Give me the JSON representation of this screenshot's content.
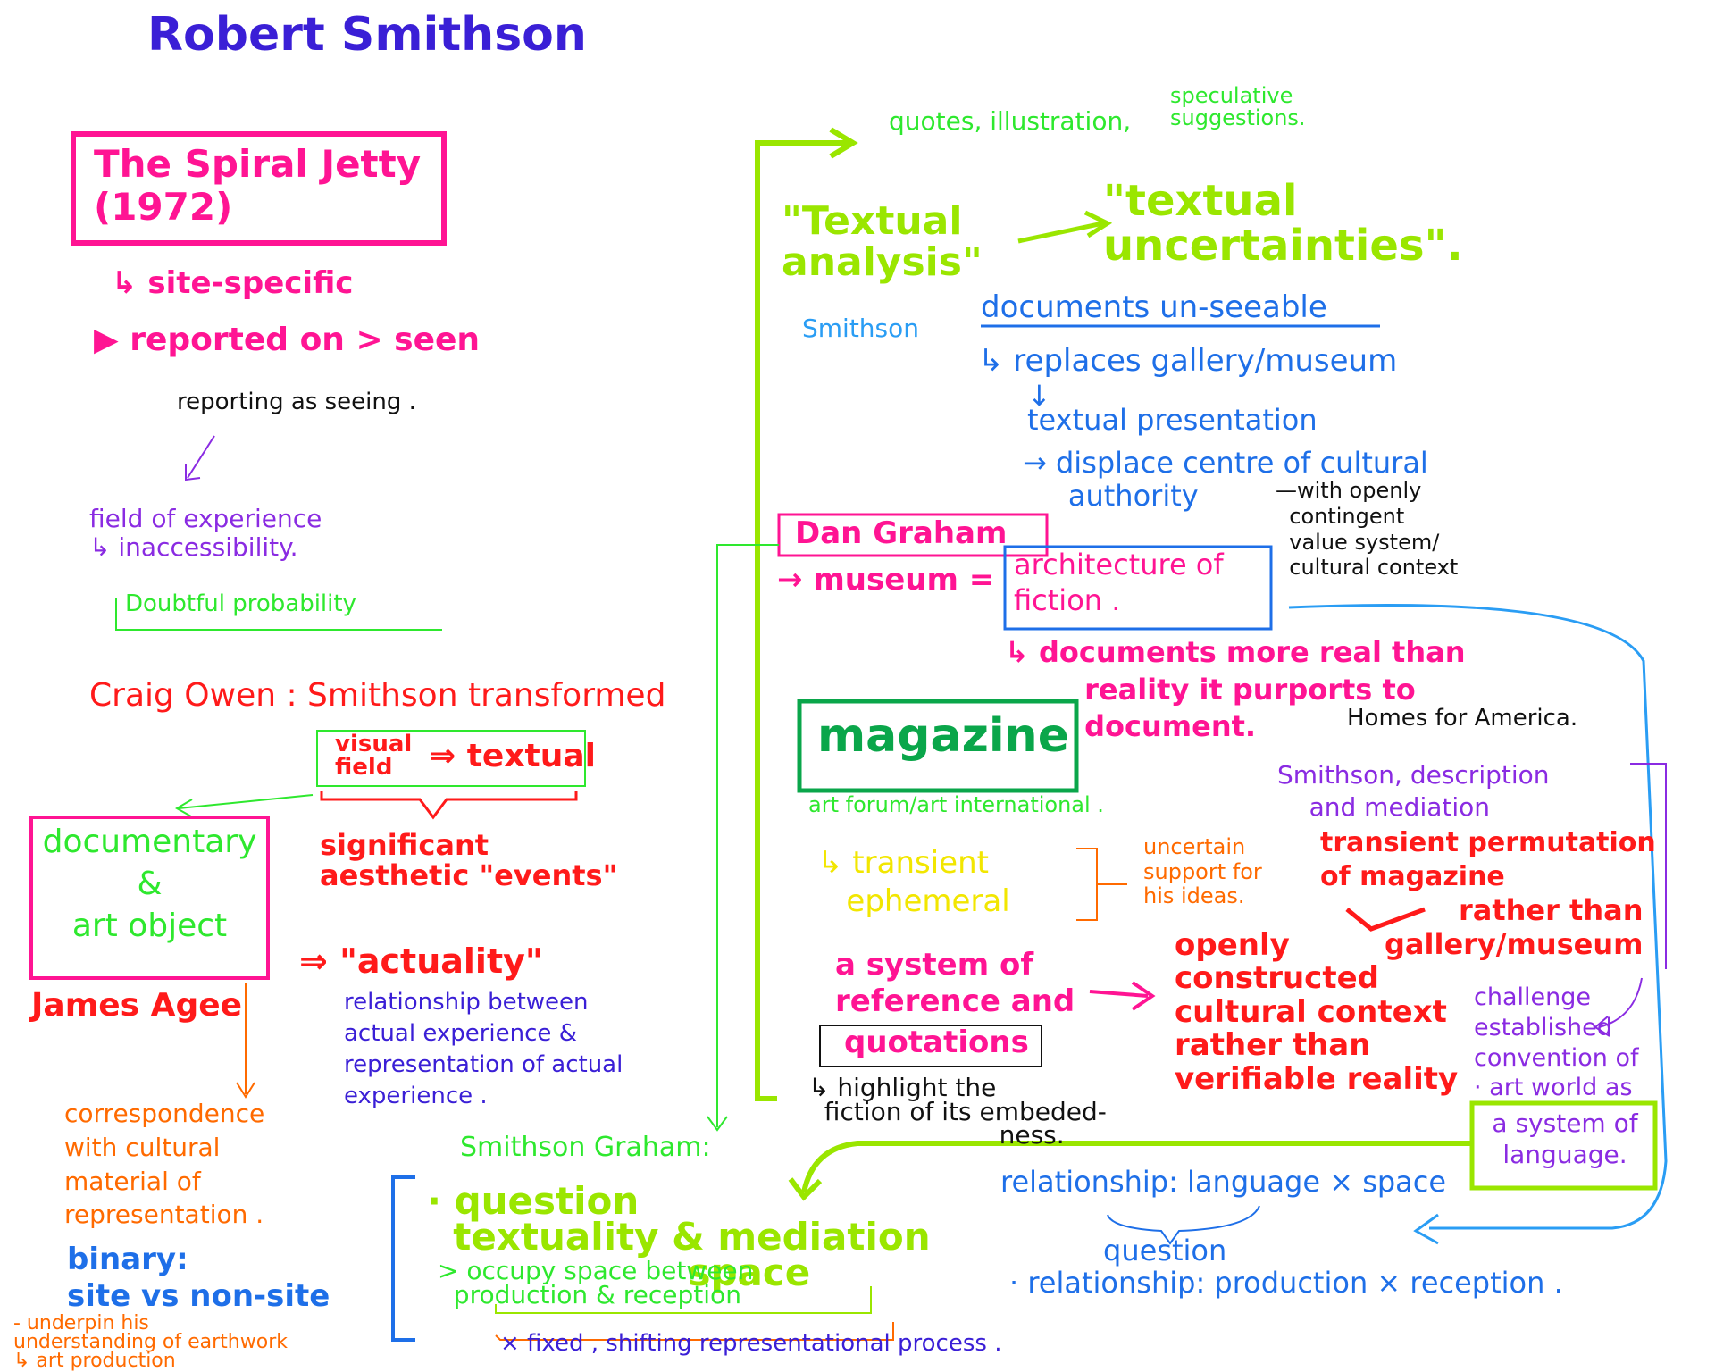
{
  "colors": {
    "pink": "#ff1493",
    "magenta": "#e6007e",
    "purple": "#3a1fd6",
    "violet": "#8a2be2",
    "red": "#ff1a1a",
    "orange": "#ff6a00",
    "green": "#2ee82e",
    "lime": "#9ae600",
    "darkgreen": "#0aa64a",
    "blue": "#1e6fe8",
    "skyblue": "#2a9df4",
    "yellow": "#f2e600",
    "black": "#111111"
  },
  "title": "Robert Smithson",
  "left": {
    "spiral": "The Spiral Jetty\n(1972)",
    "site_specific": "↳ site-specific",
    "reported": "▶ reported on > seen",
    "reporting": "reporting as seeing .",
    "field": "field of experience\n↳ inaccessibility.",
    "doubtful": "Doubtful probability",
    "craig": "Craig Owen : Smithson transformed",
    "visual_field": "visual\nfield",
    "arrow_textual": "⇒ textual",
    "significant": "significant\naesthetic \"events\"",
    "documentary": "documentary\n&\nart object",
    "actuality": "⇒ \"actuality\"",
    "relationship": "relationship between\nactual experience &\nrepresentation of actual\nexperience .",
    "james": "James Agee",
    "correspondence": "correspondence\nwith cultural\nmaterial of\nrepresentation .",
    "binary": "binary:\nsite vs non-site",
    "underpin": "- underpin his\nunderstanding of earthwork\n↳ art production"
  },
  "right": {
    "quotes": "quotes, illustration,",
    "speculative": "speculative\nsuggestions.",
    "textual_analysis": "\"Textual\nanalysis\"",
    "textual_uncertain": "\"textual\nuncertainties\".",
    "smithson_docs_pre": "Smithson",
    "smithson_docs": "documents un-seeable",
    "replaces": "↳ replaces gallery/museum",
    "textual_pres": "↓\ntextual presentation",
    "displace": "→ displace centre of cultural\n     authority",
    "openly_contingent": "—with openly\n  contingent\n  value system/\n  cultural context",
    "dan": "Dan Graham",
    "museum": "→ museum =",
    "architecture": "architecture of\nfiction .",
    "documents_real": "↳ documents more real than\n        reality it purports to\n        document.",
    "homes": "Homes for America.",
    "magazine": "magazine",
    "artforum": "art forum/art international .",
    "transient": "↳ transient\n   ephemeral",
    "uncertain": "uncertain\nsupport for\nhis ideas.",
    "smithson_desc": "Smithson, description\n    and mediation",
    "transient_perm": "transient permutation\nof magazine",
    "rather_gallery": "rather than\ngallery/museum",
    "system_ref": "a system of\nreference and",
    "quotations": "quotations",
    "openly_constructed": "openly\nconstructed\ncultural context\nrather than\nverifiable reality",
    "highlight": "↳ highlight the\n  fiction of its embeded-\n                        ness.",
    "challenge": "challenge\nestablished\nconvention of\n· art world as",
    "system_lang": "a system of\nlanguage.",
    "smithson_graham": "Smithson Graham:",
    "question_text": "· question\n  textuality & mediation\n                    space",
    "occupy": "> occupy space between\n  production & reception",
    "relationship_ls": "relationship: language × space",
    "question_rel": "question",
    "relationship_pr": "· relationship: production × reception .",
    "fixed": "× fixed , shifting representational process ."
  }
}
